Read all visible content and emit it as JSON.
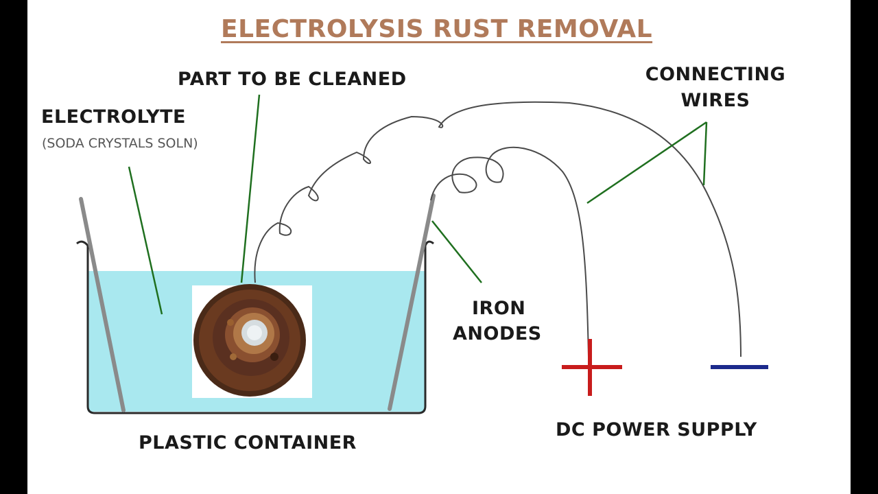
{
  "title": "ELECTROLYSIS RUST REMOVAL",
  "labels": {
    "part": "PART TO BE CLEANED",
    "electrolyte": "ELECTROLYTE",
    "electrolyte_sub": "(SODA CRYSTALS SOLN)",
    "connecting_line1": "CONNECTING",
    "connecting_line2": "WIRES",
    "iron_line1": "IRON",
    "iron_line2": "ANODES",
    "container": "PLASTIC  CONTAINER",
    "power_supply": "DC  POWER  SUPPLY"
  },
  "colors": {
    "title": "#b07a5a",
    "electrolyte": "#a9e8ef",
    "pointer": "#1f6f1f",
    "positive": "#c81c1c",
    "negative": "#1c2a8c",
    "anode": "#8a8a8a"
  }
}
